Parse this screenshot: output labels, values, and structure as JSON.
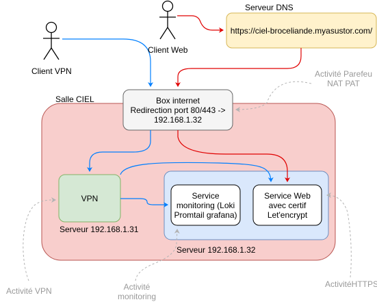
{
  "actors": {
    "client_vpn": "Client VPN",
    "client_web": "Client Web"
  },
  "dns": {
    "title": "Serveur DNS",
    "url": "https://ciel-broceliande.myasustor.com/"
  },
  "zone": {
    "label": "Salle CIEL"
  },
  "box_internet": {
    "line1": "Box internet",
    "line2": "Redirection port 80/443 ->",
    "line3": "192.168.1.32"
  },
  "vpn": {
    "label": "VPN",
    "server": "Serveur 192.168.1.31"
  },
  "server2": {
    "label": "Serveur 192.168.1.32"
  },
  "monitoring": {
    "line1": "Service",
    "line2": "monitoring (Loki",
    "line3": "Promtail grafana)"
  },
  "web": {
    "line1": "Service Web",
    "line2": "avec certif",
    "line3": "Let'encrypt"
  },
  "activities": {
    "parefeu_1": "Activité Parefeu",
    "parefeu_2": "NAT PAT",
    "vpn": "Activité VPN",
    "monitoring_1": "Activité",
    "monitoring_2": "monitoring",
    "https": "ActivitéHTTPS"
  },
  "colors": {
    "zone_fill": "#f8cecc",
    "zone_stroke": "#b85450",
    "dns_fill": "#fff2cc",
    "dns_stroke": "#d6b656",
    "box_fill": "#f5f5f5",
    "box_stroke": "#666666",
    "vpn_fill": "#d5e8d4",
    "vpn_stroke": "#82b366",
    "server_fill": "#dae8fc",
    "server_stroke": "#6c8ebf",
    "blue_arrow": "#007fff",
    "red_arrow": "#e00000",
    "grey_arrow": "#b3b3b3"
  }
}
